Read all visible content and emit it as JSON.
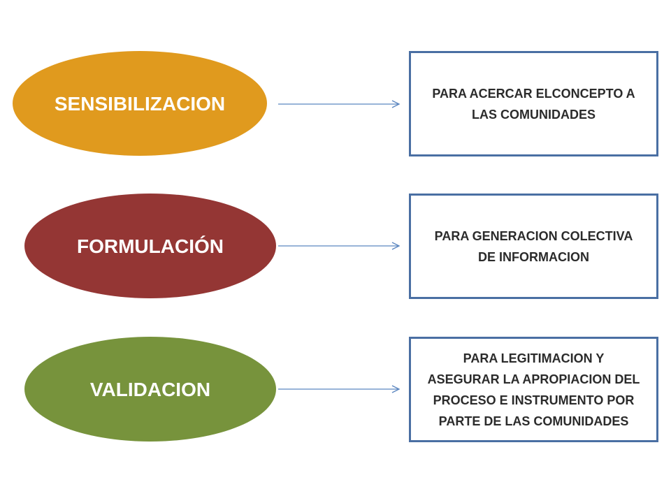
{
  "stages": [
    {
      "label": "SENSIBILIZACION",
      "description": "PARA ACERCAR ELCONCEPTO A\nLAS COMUNIDADES",
      "color": "#e09a1e"
    },
    {
      "label": "FORMULACIÓN",
      "description": "PARA GENERACION COLECTIVA\nDE INFORMACION",
      "color": "#943634"
    },
    {
      "label": "VALIDACION",
      "description": "PARA LEGITIMACION Y\nASEGURAR LA APROPIACION DEL\nPROCESO E INSTRUMENTO POR\nPARTE DE LAS COMUNIDADES",
      "color": "#77933c"
    }
  ],
  "arrow_color": "#5b86c0",
  "box_border_color": "#4a6fa3"
}
